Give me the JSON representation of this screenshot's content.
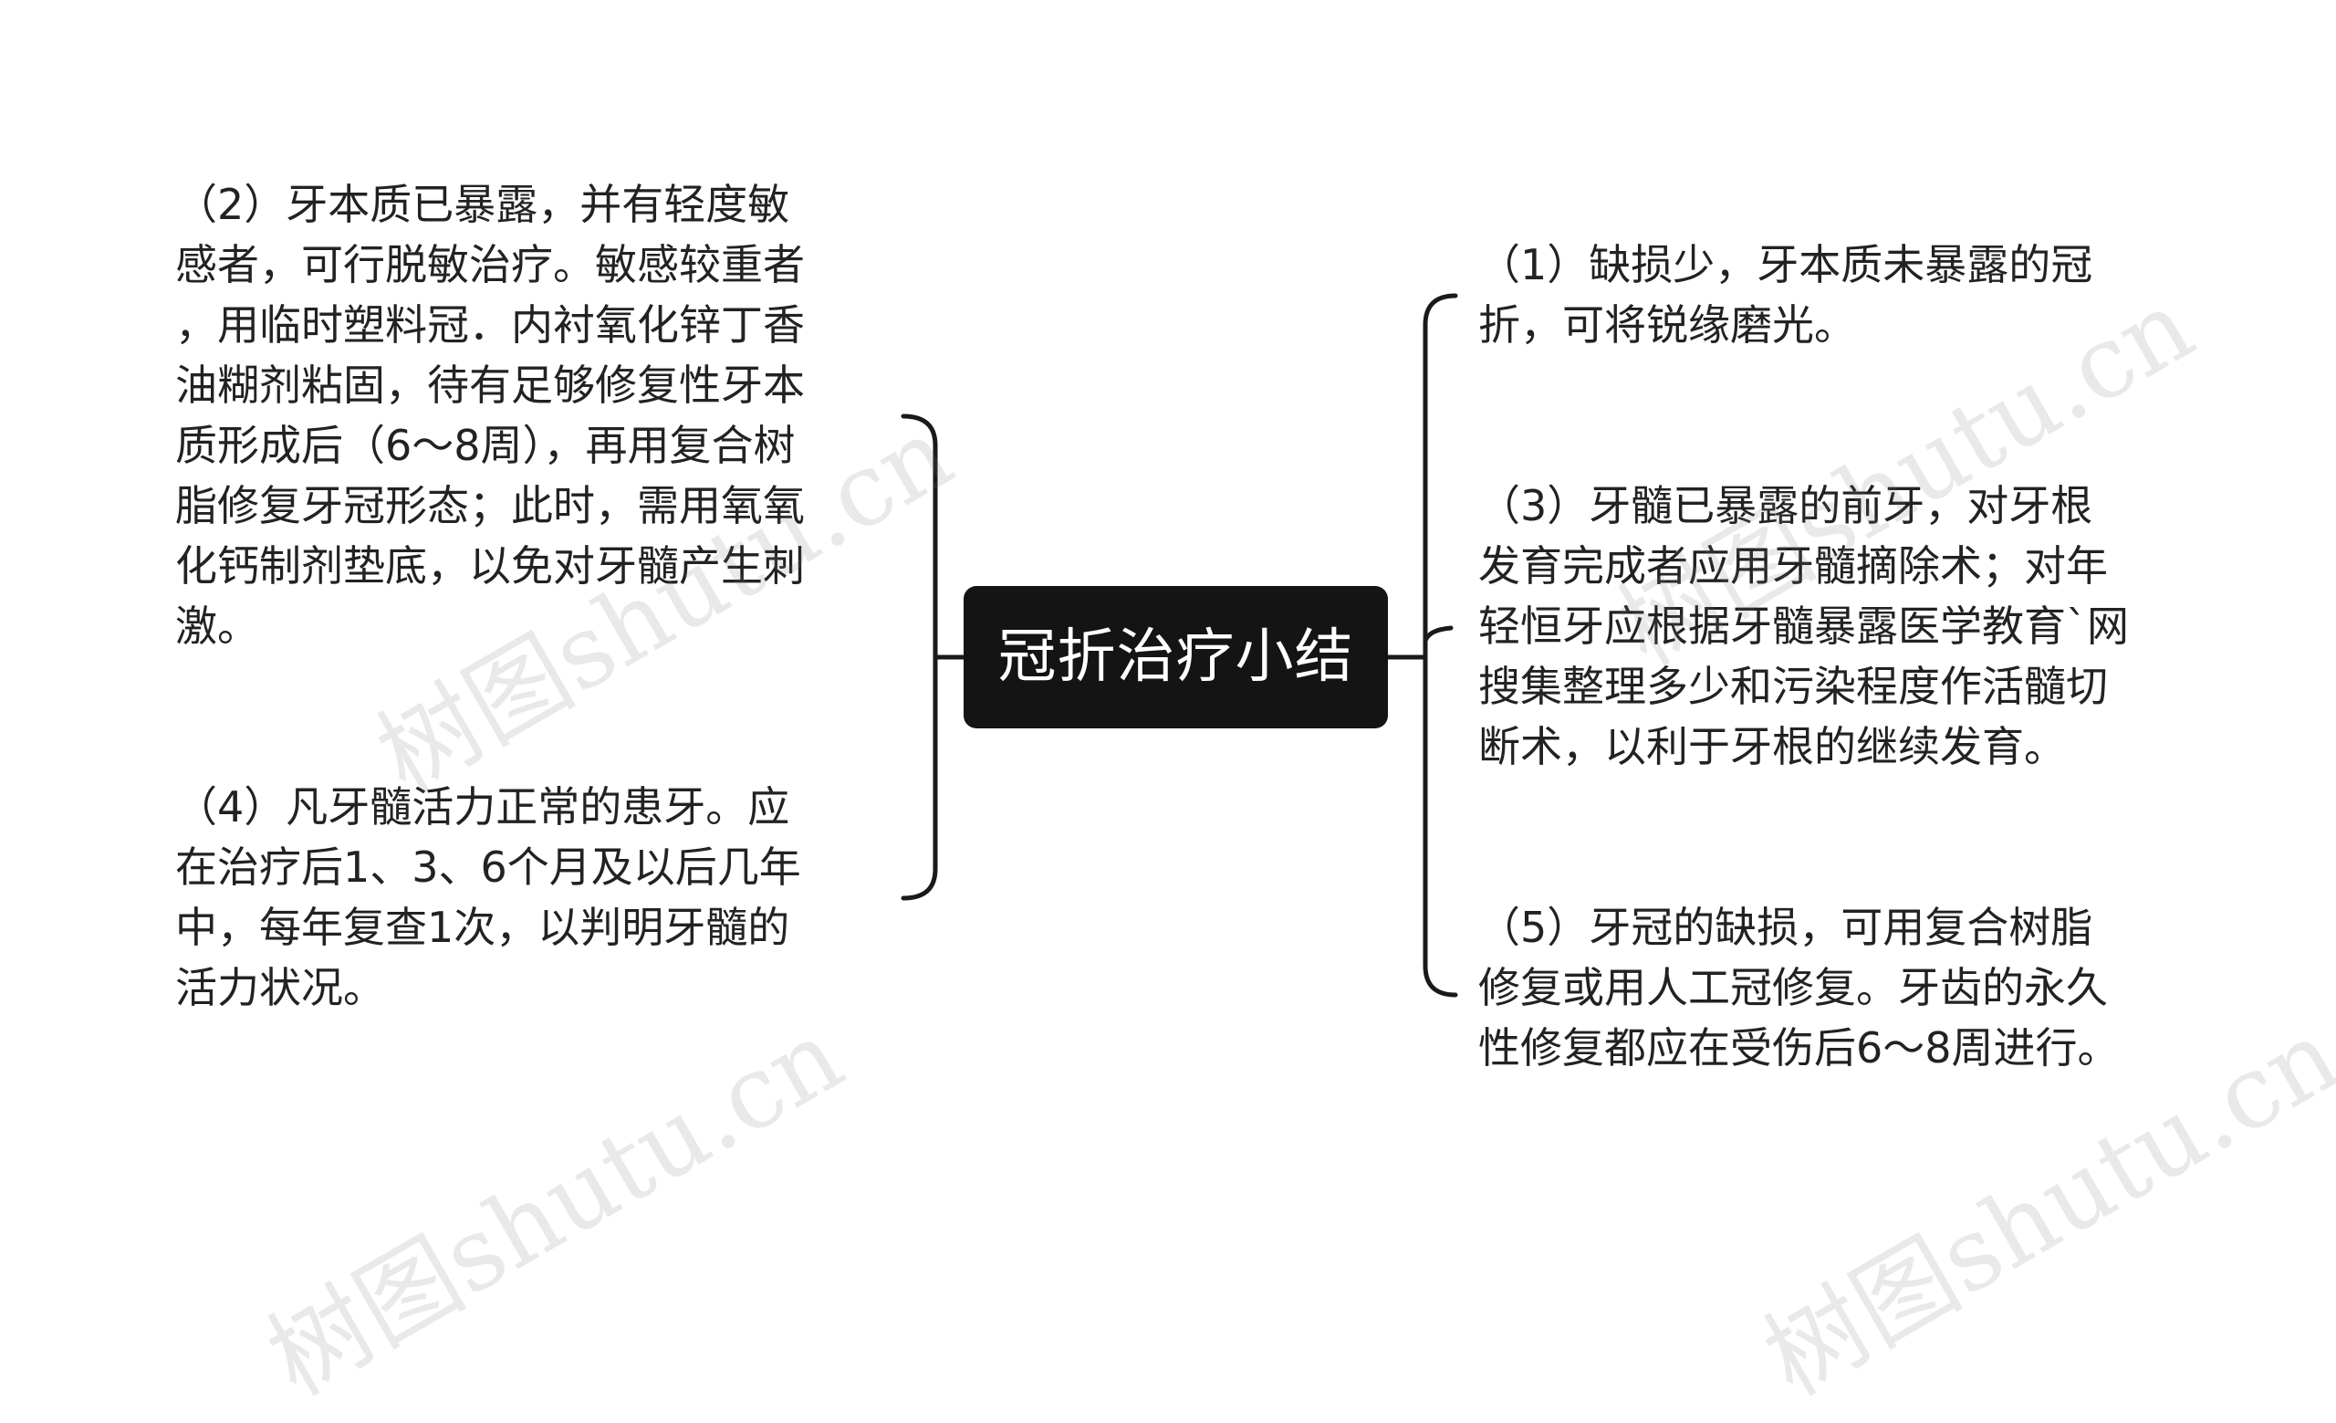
{
  "central": {
    "title": "冠折治疗小结"
  },
  "left_branches": [
    {
      "text": "（2）牙本质已暴露，并有轻度敏\n感者，可行脱敏治疗。敏感较重者\n，用临时塑料冠．内衬氧化锌丁香\n油糊剂粘固，待有足够修复性牙本\n质形成后（6～8周），再用复合树\n脂修复牙冠形态；此时，需用氧氧\n化钙制剂垫底，以免对牙髓产生刺\n激。"
    },
    {
      "text": "（4）凡牙髓活力正常的患牙。应\n在治疗后1、3、6个月及以后几年\n中，每年复查1次，以判明牙髓的\n活力状况。"
    }
  ],
  "right_branches": [
    {
      "text": "（1）缺损少，牙本质未暴露的冠\n折，可将锐缘磨光。"
    },
    {
      "text": "（3）牙髓已暴露的前牙，对牙根\n发育完成者应用牙髓摘除术；对年\n轻恒牙应根据牙髓暴露医学教育`网\n搜集整理多少和污染程度作活髓切\n断术，以利于牙根的继续发育。"
    },
    {
      "text": "（5）牙冠的缺损，可用复合树脂\n修复或用人工冠修复。牙齿的永久\n性修复都应在受伤后6～8周进行。"
    }
  ],
  "watermark": {
    "text": "树图shutu.cn"
  },
  "colors": {
    "central_bg": "#141414",
    "central_text": "#ffffff",
    "connector": "#1a1a1a",
    "text": "#222222"
  }
}
